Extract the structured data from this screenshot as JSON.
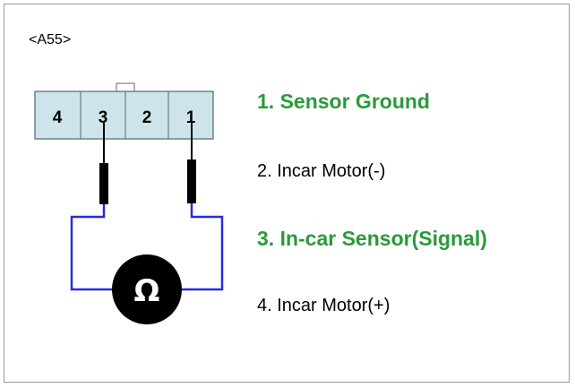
{
  "connector": {
    "id": "<A55>",
    "pins": [
      "4",
      "3",
      "2",
      "1"
    ]
  },
  "meter": {
    "symbol": "Ω",
    "type": "ohmmeter-icon"
  },
  "pin_descriptions": [
    {
      "text": "1. Sensor Ground",
      "highlighted": true
    },
    {
      "text": "2. Incar Motor(-)",
      "highlighted": false
    },
    {
      "text": "3. In-car Sensor(Signal)",
      "highlighted": true
    },
    {
      "text": "4. Incar Motor(+)",
      "highlighted": false
    }
  ],
  "colors": {
    "connector_fill": "#cfe4ea",
    "connector_stroke": "#4a6a74",
    "highlight_text": "#2a9a3a",
    "wire": "#2a2ae0",
    "probe": "#000000",
    "meter_fill": "#000000"
  }
}
